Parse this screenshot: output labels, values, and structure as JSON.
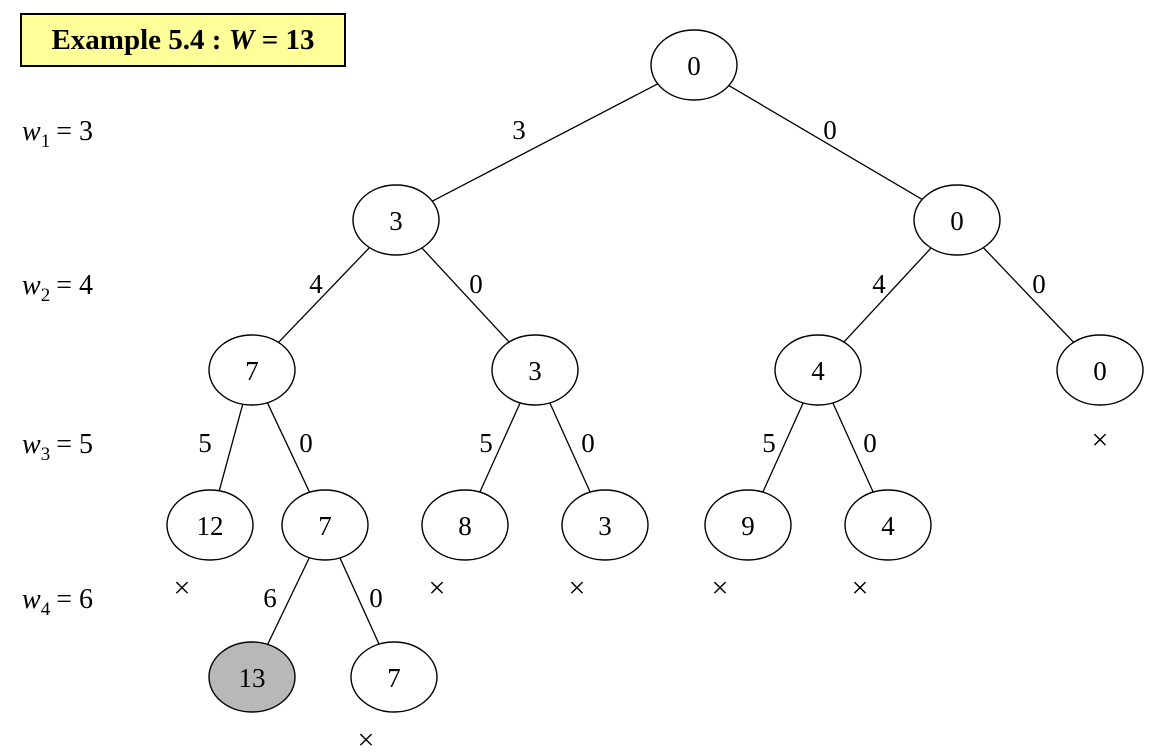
{
  "title": {
    "prefix": "Example 5.4 :",
    "variable": "W",
    "equals": "= 13"
  },
  "colors": {
    "title_background": "#ffff99",
    "goal_node_fill": "#b8b8b8",
    "stroke": "#000000"
  },
  "levels": [
    {
      "id": "w1",
      "symbol": "w",
      "subscript": "1",
      "equals": "= 3"
    },
    {
      "id": "w2",
      "symbol": "w",
      "subscript": "2",
      "equals": "= 4"
    },
    {
      "id": "w3",
      "symbol": "w",
      "subscript": "3",
      "equals": "= 5"
    },
    {
      "id": "w4",
      "symbol": "w",
      "subscript": "4",
      "equals": "= 6"
    }
  ],
  "nodes": [
    {
      "id": "n0",
      "label": "0"
    },
    {
      "id": "n1",
      "label": "3"
    },
    {
      "id": "n2",
      "label": "0"
    },
    {
      "id": "n3",
      "label": "7"
    },
    {
      "id": "n4",
      "label": "3"
    },
    {
      "id": "n5",
      "label": "4"
    },
    {
      "id": "n6",
      "label": "0",
      "pruned": true
    },
    {
      "id": "n7",
      "label": "12",
      "pruned": true
    },
    {
      "id": "n8",
      "label": "7"
    },
    {
      "id": "n9",
      "label": "8",
      "pruned": true
    },
    {
      "id": "n10",
      "label": "3",
      "pruned": true
    },
    {
      "id": "n11",
      "label": "9",
      "pruned": true
    },
    {
      "id": "n12",
      "label": "4",
      "pruned": true
    },
    {
      "id": "n13",
      "label": "13",
      "goal": true
    },
    {
      "id": "n14",
      "label": "7",
      "pruned": true
    }
  ],
  "edges": [
    {
      "from": "n0",
      "to": "n1",
      "label": "3"
    },
    {
      "from": "n0",
      "to": "n2",
      "label": "0"
    },
    {
      "from": "n1",
      "to": "n3",
      "label": "4"
    },
    {
      "from": "n1",
      "to": "n4",
      "label": "0"
    },
    {
      "from": "n2",
      "to": "n5",
      "label": "4"
    },
    {
      "from": "n2",
      "to": "n6",
      "label": "0"
    },
    {
      "from": "n3",
      "to": "n7",
      "label": "5"
    },
    {
      "from": "n3",
      "to": "n8",
      "label": "0"
    },
    {
      "from": "n4",
      "to": "n9",
      "label": "5"
    },
    {
      "from": "n4",
      "to": "n10",
      "label": "0"
    },
    {
      "from": "n5",
      "to": "n11",
      "label": "5"
    },
    {
      "from": "n5",
      "to": "n12",
      "label": "0"
    },
    {
      "from": "n8",
      "to": "n13",
      "label": "6"
    },
    {
      "from": "n8",
      "to": "n14",
      "label": "0"
    }
  ],
  "prune_mark": "×"
}
